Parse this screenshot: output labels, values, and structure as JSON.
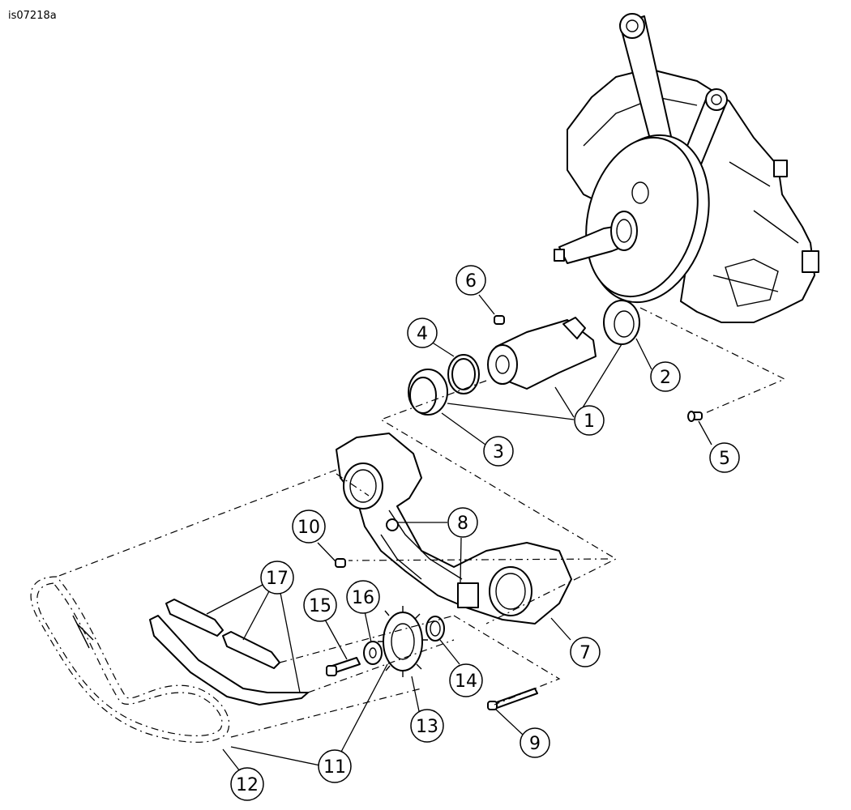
{
  "figure_id": "is07218a",
  "callouts": [
    {
      "label": "1"
    },
    {
      "label": "2"
    },
    {
      "label": "3"
    },
    {
      "label": "4"
    },
    {
      "label": "5"
    },
    {
      "label": "6"
    },
    {
      "label": "7"
    },
    {
      "label": "8"
    },
    {
      "label": "9"
    },
    {
      "label": "10"
    },
    {
      "label": "11"
    },
    {
      "label": "12"
    },
    {
      "label": "13"
    },
    {
      "label": "14"
    },
    {
      "label": "15"
    },
    {
      "label": "16"
    },
    {
      "label": "17"
    }
  ]
}
